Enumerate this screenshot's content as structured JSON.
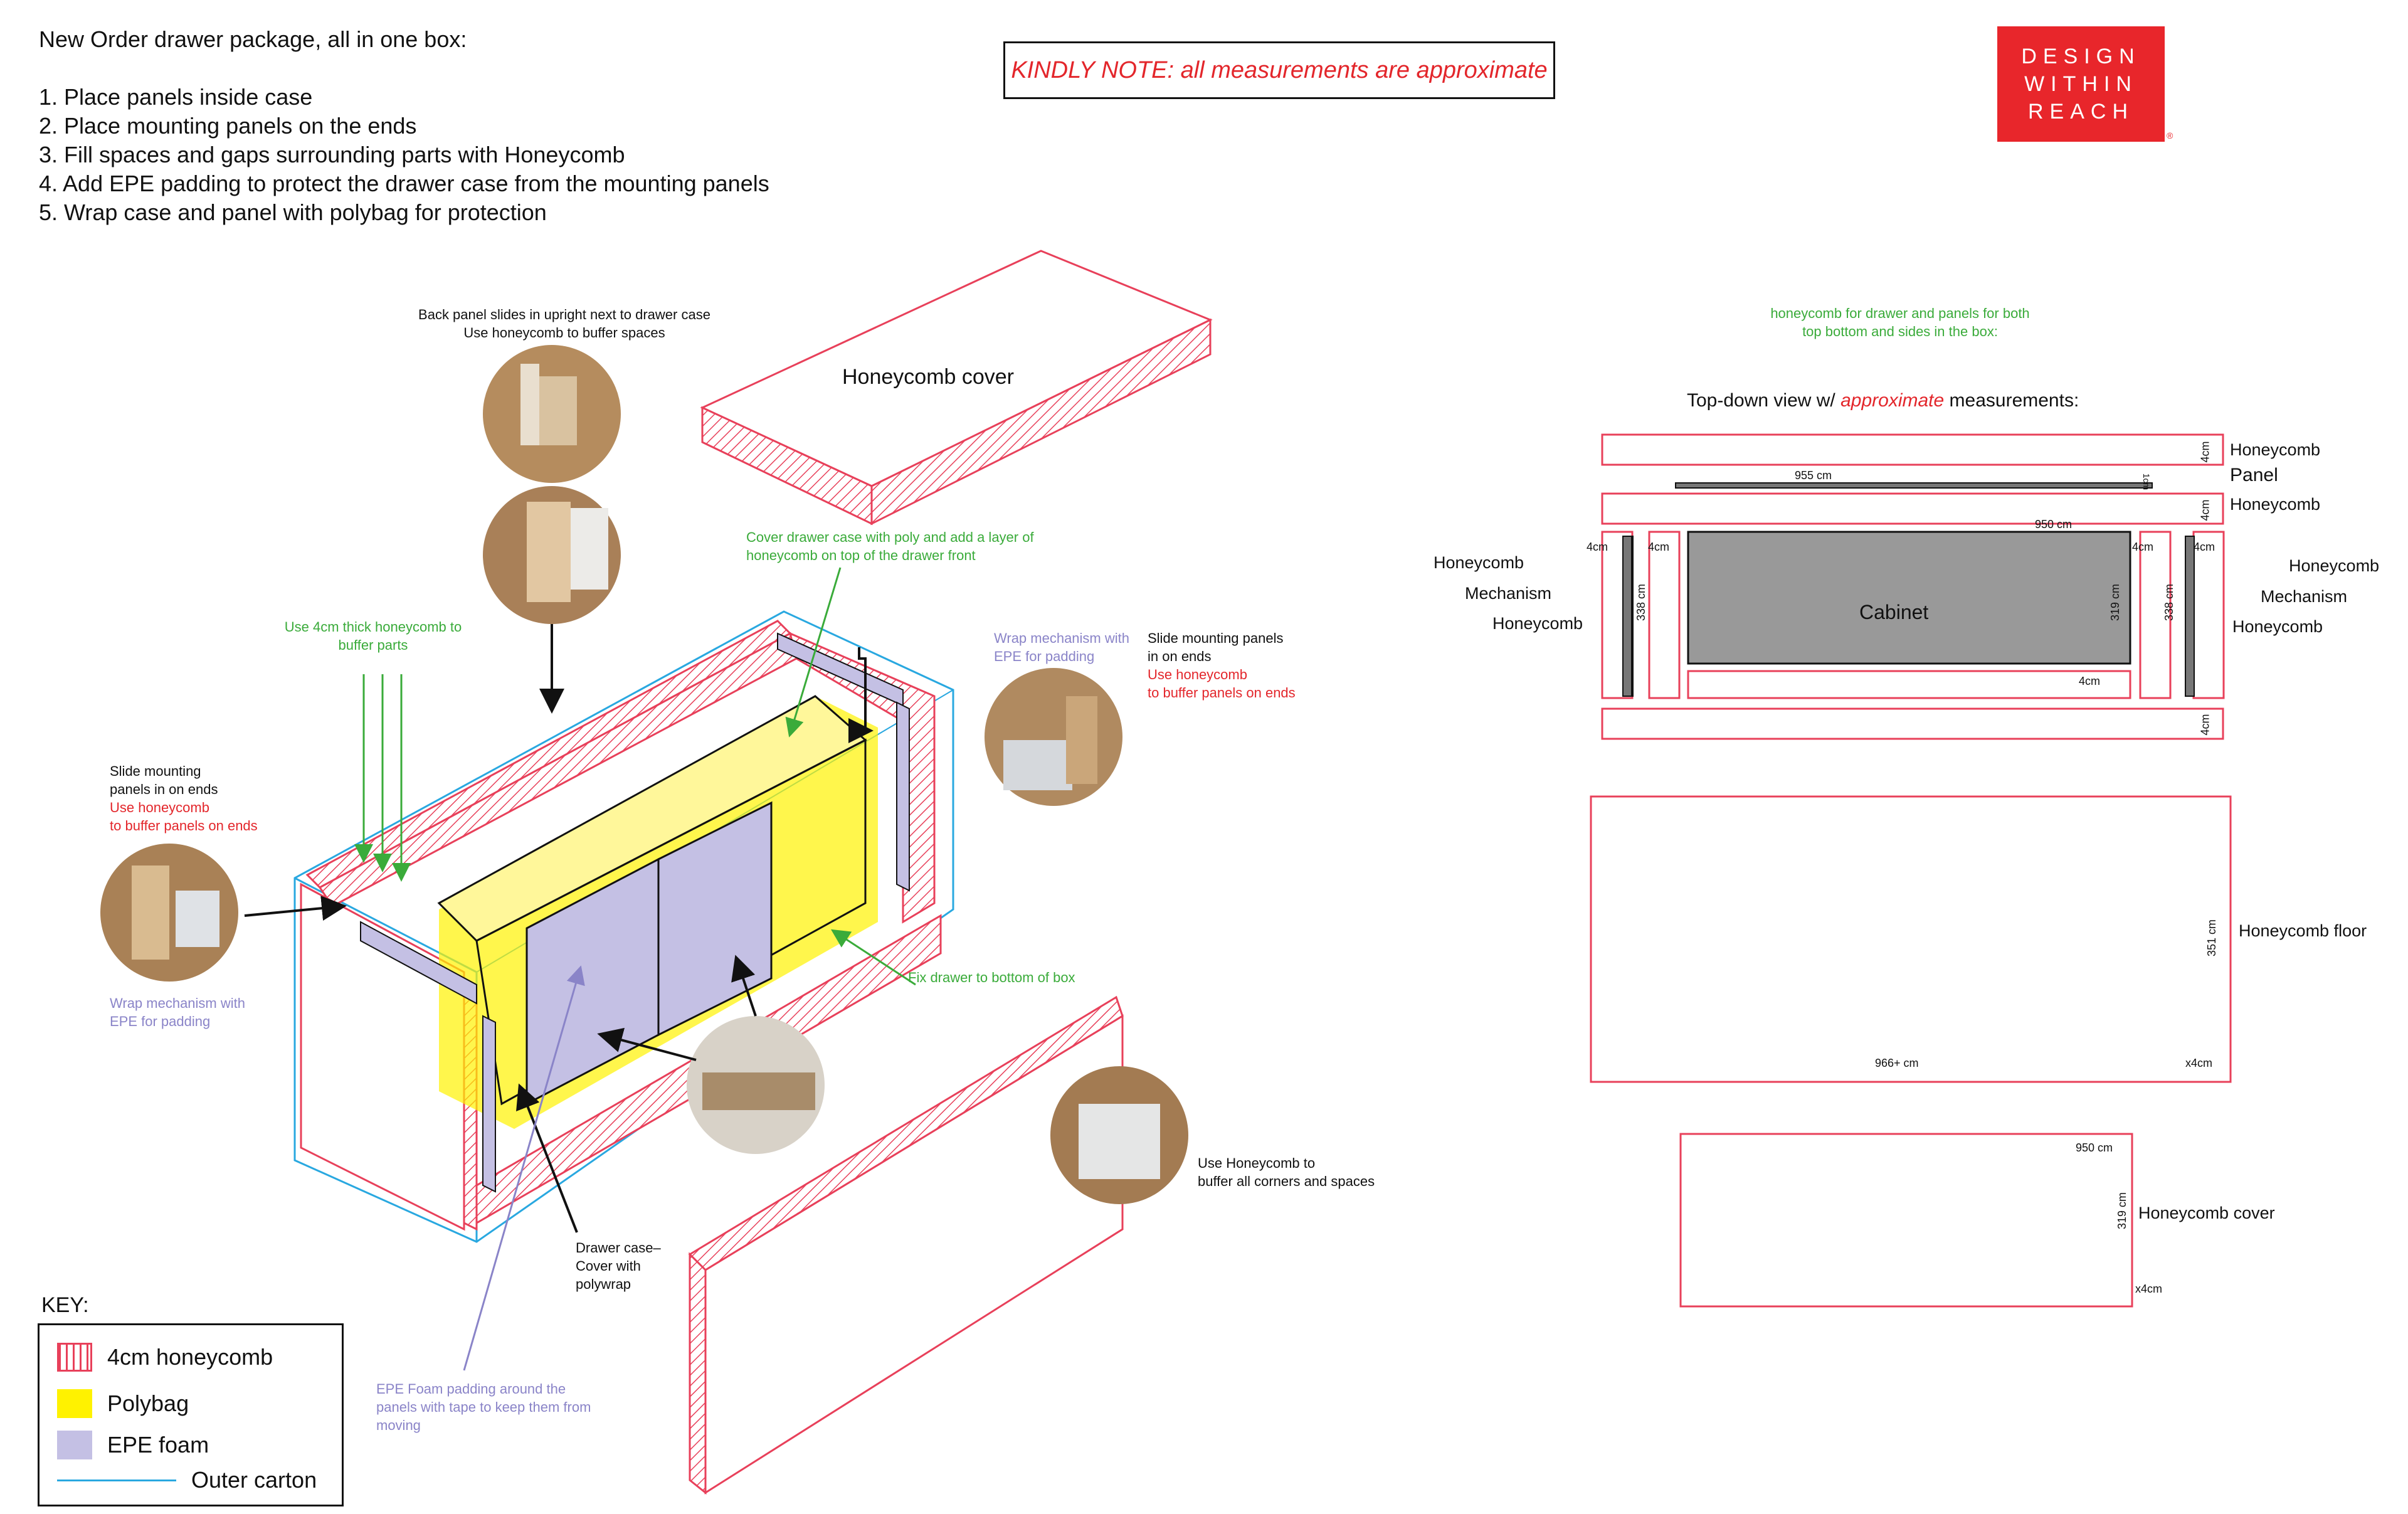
{
  "instructions": {
    "title": "New Order drawer package, all in one box:",
    "steps": [
      "1. Place panels inside case",
      "2. Place mounting panels on the ends",
      "3. Fill spaces and gaps surrounding parts with Honeycomb",
      "4. Add EPE padding to protect the drawer case from the mounting panels",
      "5. Wrap case and panel with polybag for protection"
    ]
  },
  "note": "KINDLY NOTE: all measurements are approximate",
  "logo": {
    "line1": "DESIGN",
    "line2": "WITHIN",
    "line3": "REACH",
    "mark": "®"
  },
  "callouts": {
    "back_panel_1": "Back panel slides in upright next to drawer case",
    "back_panel_2": "Use honeycomb to buffer spaces",
    "honeycomb_cover": "Honeycomb cover",
    "cover_drawer_1": "Cover drawer case with poly and add a layer of",
    "cover_drawer_2": "honeycomb on top of the drawer front",
    "use_4cm_1": "Use 4cm thick honeycomb to",
    "use_4cm_2": "buffer parts",
    "wrap_mech_r_1": "Wrap mechanism with",
    "wrap_mech_r_2": "EPE for padding",
    "slide_r_1": "Slide mounting panels",
    "slide_r_2": "in on ends",
    "slide_r_3": "Use honeycomb",
    "slide_r_4": "to buffer panels on ends",
    "slide_l_1": "Slide mounting",
    "slide_l_2": "panels in on ends",
    "slide_l_3": "Use honeycomb",
    "slide_l_4": "to buffer panels on ends",
    "wrap_mech_l_1": "Wrap mechanism with",
    "wrap_mech_l_2": "EPE for padding",
    "fix_drawer": "Fix drawer to bottom of box",
    "buffer_corners_1": "Use Honeycomb to",
    "buffer_corners_2": "buffer all corners and spaces",
    "drawer_case_1": "Drawer case–",
    "drawer_case_2": "Cover with",
    "drawer_case_3": "polywrap",
    "epe_foam_1": "EPE Foam padding around the",
    "epe_foam_2": "panels with tape to keep them from",
    "epe_foam_3": "moving"
  },
  "key": {
    "title": "KEY:",
    "items": [
      {
        "label": "4cm honeycomb",
        "color": "#e8405a"
      },
      {
        "label": "Polybag",
        "color": "#fff200"
      },
      {
        "label": "EPE foam",
        "color": "#c4c0e4"
      },
      {
        "label": "Outer carton",
        "color": "#29a8e0"
      }
    ]
  },
  "topdown": {
    "intro_1": "honeycomb for drawer and panels for both",
    "intro_2": "top bottom and sides in the box:",
    "title_pre": "Top-down view w/ ",
    "title_em": "approximate",
    "title_post": " measurements:",
    "labels": {
      "honeycomb_top": "Honeycomb",
      "panel": "Panel",
      "honeycomb_2": "Honeycomb",
      "left_honeycomb_1": "Honeycomb",
      "left_mechanism": "Mechanism",
      "left_honeycomb_2": "Honeycomb",
      "right_honeycomb_1": "Honeycomb",
      "right_mechanism": "Mechanism",
      "right_honeycomb_2": "Honeycomb",
      "cabinet": "Cabinet",
      "honeycomb_floor": "Honeycomb floor",
      "honeycomb_cover": "Honeycomb cover"
    },
    "dims": {
      "d4cm": "4cm",
      "d955": "955 cm",
      "d1cm": "1cm",
      "d950": "950 cm",
      "d338": "338 cm",
      "d319": "319 cm",
      "d351": "351 cm",
      "d966": "966+ cm",
      "x4cm": "x4cm"
    }
  }
}
